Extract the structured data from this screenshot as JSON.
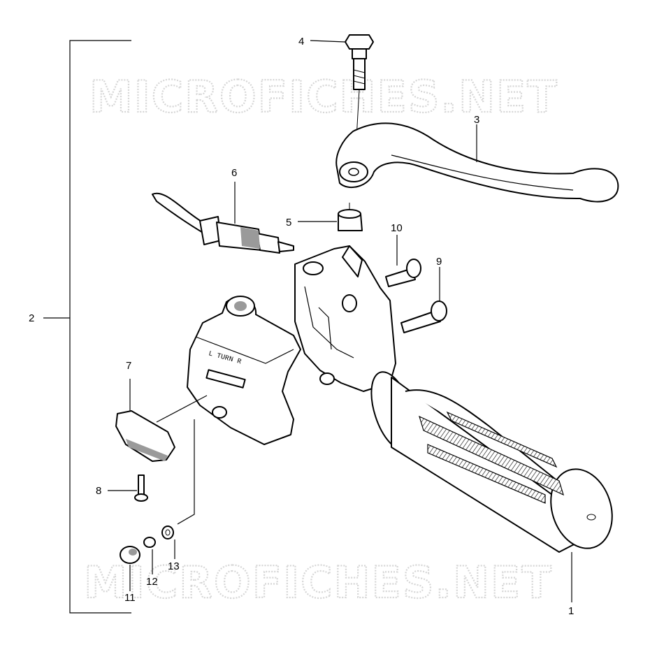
{
  "diagram": {
    "watermark_text": "MICROFICHES.NET",
    "switch_label": "L TURN R",
    "callouts": [
      {
        "id": "1",
        "label": "1"
      },
      {
        "id": "2",
        "label": "2"
      },
      {
        "id": "3",
        "label": "3"
      },
      {
        "id": "4",
        "label": "4"
      },
      {
        "id": "5",
        "label": "5"
      },
      {
        "id": "6",
        "label": "6"
      },
      {
        "id": "7",
        "label": "7"
      },
      {
        "id": "8",
        "label": "8"
      },
      {
        "id": "9",
        "label": "9"
      },
      {
        "id": "10",
        "label": "10"
      },
      {
        "id": "11",
        "label": "11"
      },
      {
        "id": "12",
        "label": "12"
      },
      {
        "id": "13",
        "label": "13"
      }
    ]
  }
}
